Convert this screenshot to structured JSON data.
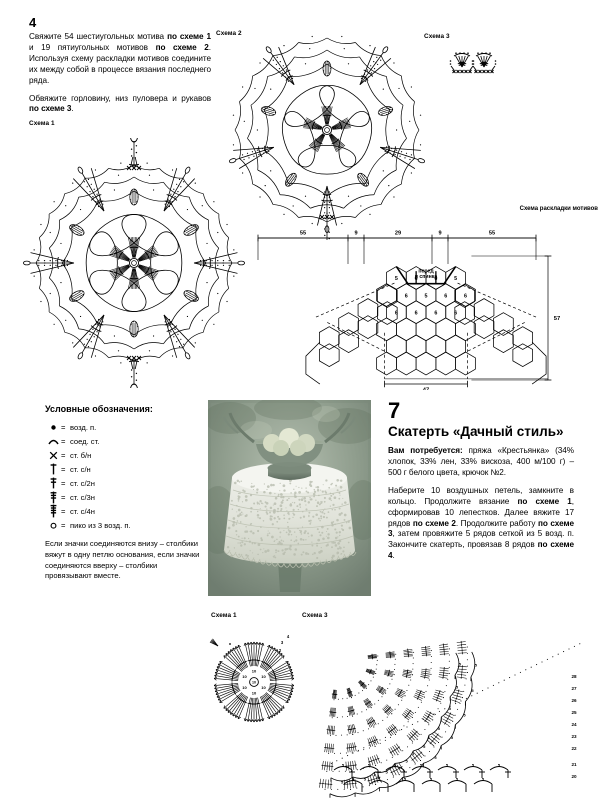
{
  "page": {
    "language": "ru",
    "background": "#ffffff",
    "ink": "#000000"
  },
  "section4": {
    "number": "4",
    "paragraphs": [
      "Свяжите 54 шестиугольных мотива по схеме 1 и 19 пятиугольных мотивов по схеме 2. Используя схему раскладки мотивов соедините их между собой в процессе вязания последнего ряда.",
      "Обвяжите горловину, низ пуловера и рукавов по схеме 3."
    ],
    "paragraph1_parts": [
      {
        "t": "Свяжите 54 шестиугольных мотива ",
        "b": false
      },
      {
        "t": "по схе­ме 1",
        "b": true
      },
      {
        "t": " и 19 пятиугольных мотивов ",
        "b": false
      },
      {
        "t": "по схеме 2",
        "b": true
      },
      {
        "t": ". Используя схему раскладки мотивов со­едините их между собой в процессе вязания последнего ряда.",
        "b": false
      }
    ],
    "paragraph2_parts": [
      {
        "t": "Обвяжите горловину, низ пуловера и рукавов ",
        "b": false
      },
      {
        "t": "по схеме 3",
        "b": true
      },
      {
        "t": ".",
        "b": false
      }
    ]
  },
  "labels": {
    "schema1_top": "Схема 1",
    "schema2_top": "Схема 2",
    "schema3_top": "Схема 3",
    "layout_title": "Схема раскладки мотивов",
    "schema1_bottom": "Схема 1",
    "schema3_bottom": "Схема 3"
  },
  "layout_diagram": {
    "title": "Схема раскладки мотивов",
    "front_back_label": "перед\nи спинка",
    "front_back_line1": "перед",
    "front_back_line2": "и спинка",
    "top_dimensions": [
      "55",
      "9",
      "29",
      "9",
      "55"
    ],
    "right_dimension": "57",
    "bottom_dimension": "47",
    "cell_counts": [
      {
        "row": 1,
        "values": [
          "5",
          "6",
          "6",
          "5"
        ]
      },
      {
        "row": 2,
        "values": [
          "6",
          "5",
          "6",
          "6"
        ]
      },
      {
        "row": 3,
        "values": [
          "6",
          "6",
          "6",
          "6"
        ]
      }
    ]
  },
  "motif_numbers": {
    "schema1": [
      "7",
      "9",
      "9",
      "9",
      "10",
      "9",
      "9",
      "7",
      "7",
      "7",
      "7",
      "11"
    ],
    "schema2": [
      "5",
      "5",
      "5",
      "5",
      "5",
      "9",
      "9",
      "11",
      "11",
      "11",
      "11",
      "7",
      "7",
      "7",
      "7",
      "10",
      "10",
      "9",
      "9",
      "9",
      "10"
    ]
  },
  "legend": {
    "title": "Условные обозначения:",
    "rows": [
      {
        "icon": "dot-symbol",
        "eq": "=",
        "text": "возд. п."
      },
      {
        "icon": "arc-symbol",
        "eq": "=",
        "text": "соед. ст."
      },
      {
        "icon": "cross-symbol",
        "eq": "=",
        "text": "ст. б/н"
      },
      {
        "icon": "bar-1-symbol",
        "eq": "=",
        "text": "ст. с/н"
      },
      {
        "icon": "bar-2-symbol",
        "eq": "=",
        "text": "ст. с/2н"
      },
      {
        "icon": "bar-3-symbol",
        "eq": "=",
        "text": "ст. с/3н"
      },
      {
        "icon": "bar-4-symbol",
        "eq": "=",
        "text": "ст. с/4н"
      },
      {
        "icon": "circle-o-symbol",
        "eq": "=",
        "text": "пико из 3 возд. п."
      }
    ],
    "note": "Если значки соединяются внизу – столбики вяжут в одну петлю основания, если значки соединяются вверху – столбики провязывают вместе."
  },
  "photo": {
    "alt": "Круглый стол с белой вязаной скатертью и вазой с фруктами",
    "caption": ""
  },
  "section7": {
    "number": "7",
    "title": "Скатерть «Дачный стиль»",
    "materials_parts": [
      {
        "t": "Вам потребуется:",
        "b": true
      },
      {
        "t": " пряжа «Крестьянка» (34% хлопок, 33% лен, 33% вискоза, 400 м/100 г) – 500 г белого цвета, крючок №2.",
        "b": false
      }
    ],
    "materials_plain": "Вам потребуется: пряжа «Крестьянка» (34% хлопок, 33% лен, 33% вискоза, 400 м/100 г) – 500 г белого цвета, крючок №2.",
    "instructions_parts": [
      {
        "t": "Наберите 10 воздушных петель, замкните в кольцо. Продолжите вязание ",
        "b": false
      },
      {
        "t": "по схеме 1",
        "b": true
      },
      {
        "t": ", сформировав 10 лепестков. Далее вяжите 17 рядов ",
        "b": false
      },
      {
        "t": "по схеме 2",
        "b": true
      },
      {
        "t": ". Продолжите работу ",
        "b": false
      },
      {
        "t": "по схеме 3",
        "b": true
      },
      {
        "t": ", затем провяжите 5 рядов сеткой из 5 возд. п. Закончите скатерть, провязав 8 ря­дов ",
        "b": false
      },
      {
        "t": "по схеме 4",
        "b": true
      },
      {
        "t": ".",
        "b": false
      }
    ],
    "instructions_plain": "Наберите 10 воздушных петель, замкните в кольцо. Продолжите вязание по схеме 1, сформировав 10 лепестков. Далее вяжите 17 рядов по схеме 2. Продолжите работу по схеме 3, затем провяжите 5 рядов сеткой из 5 возд. п. Закончите скатерть, провязав 8 рядов по схеме 4."
  },
  "bottom_schema1": {
    "label": "Схема 1",
    "center_numbers": [
      "10",
      "10",
      "10",
      "10",
      "10",
      "10"
    ],
    "row_numbers": [
      "2",
      "3",
      "4"
    ]
  },
  "bottom_schema3": {
    "label": "Схема 3",
    "chain_numbers": [
      "5",
      "5",
      "5",
      "5",
      "5",
      "5",
      "5",
      "5",
      "5",
      "5",
      "5",
      "5",
      "5",
      "5"
    ],
    "row_numbers": [
      "20",
      "21",
      "22",
      "23",
      "24",
      "25",
      "26",
      "27",
      "28"
    ]
  }
}
